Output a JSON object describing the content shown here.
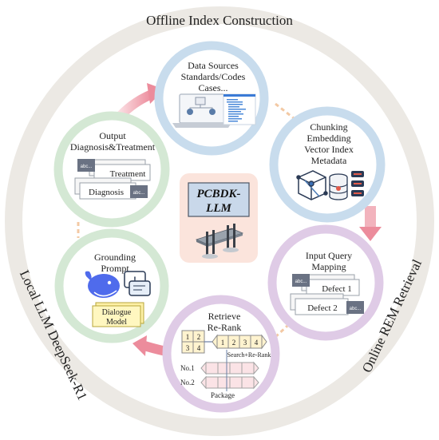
{
  "outer_ring": {
    "top_label": "Offline Index Construction",
    "right_label": "Online REM Retrieval",
    "left_label": "Local LLM DeepSeek-R1"
  },
  "center": {
    "title_line1": "PCBDK-",
    "title_line2": "LLM"
  },
  "nodes": {
    "data_sources": {
      "line1": "Data Sources",
      "line2": "Standards/Codes",
      "line3": "Cases..."
    },
    "chunking": {
      "line1": "Chunking",
      "line2": "Embedding",
      "line3": "Vector Index",
      "line4": "Metadata"
    },
    "input_query": {
      "line1": "Input Query",
      "line2": "Mapping",
      "card1": "Defect 1",
      "card2": "Defect 2",
      "abc": "abc..."
    },
    "retrieve": {
      "line1": "Retrieve",
      "line2": "Re-Rank",
      "grid": [
        "1",
        "2",
        "3",
        "4"
      ],
      "row": [
        "1",
        "2",
        "3",
        "4"
      ],
      "search_label": "Search+Re-Rank",
      "no1": "No.1",
      "no2": "No.2",
      "package": "Package"
    },
    "grounding": {
      "line1": "Grounding",
      "line2": "Prompt",
      "card_line1": "Dialogue",
      "card_line2": "Model"
    },
    "output": {
      "line1": "Output",
      "line2": "Diagnosis&Treatment",
      "card1": "Treatment",
      "card2": "Diagnosis",
      "abc": "abc..."
    }
  },
  "colors": {
    "ring_outer": "#ece9e4",
    "blue_ring": "#c8dced",
    "purple_ring": "#dfcbe6",
    "green_ring": "#d4e8d4",
    "arrow": "#f0a4b0",
    "dash": "#f3c9a4",
    "center_bg": "#fbe4dc",
    "title_box": "#c9d8ea"
  }
}
